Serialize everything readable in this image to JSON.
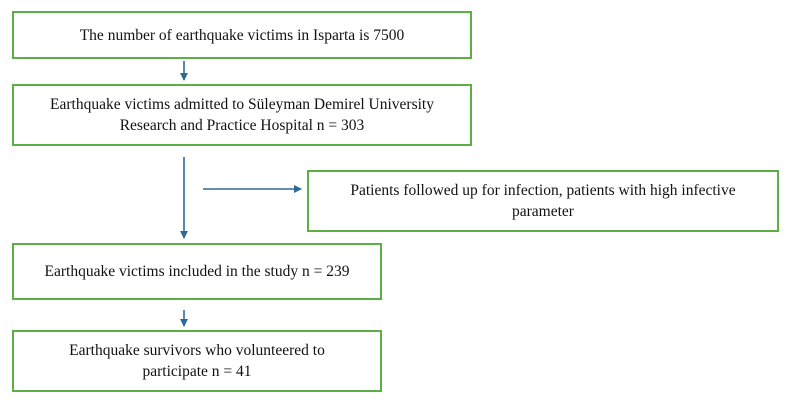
{
  "colors": {
    "box_border": "#5cb043",
    "arrow": "#2e6a96",
    "text": "#111111"
  },
  "boxes": [
    {
      "lines": [
        "The number of earthquake victims in Isparta is 7500"
      ]
    },
    {
      "lines": [
        "Earthquake victims admitted to Süleyman Demirel University",
        "Research and Practice Hospital n = 303"
      ]
    },
    {
      "lines": [
        "Patients followed up for infection, patients with high infective",
        "parameter"
      ]
    },
    {
      "lines": [
        "Earthquake victims included in the study n = 239"
      ]
    },
    {
      "lines": [
        "Earthquake survivors who volunteered to",
        "participate n = 41"
      ]
    }
  ]
}
